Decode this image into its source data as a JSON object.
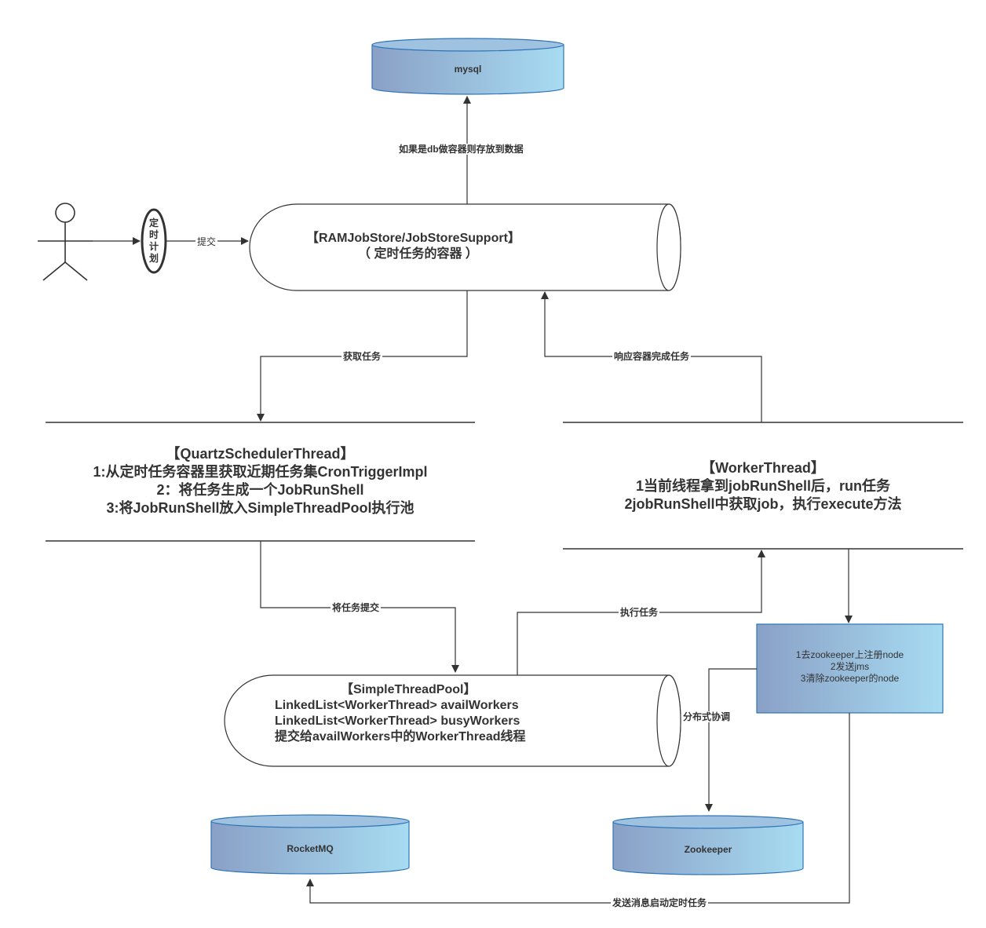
{
  "nodes": {
    "mysql": {
      "label": "mysql"
    },
    "plan": {
      "label": "定时计划"
    },
    "store": {
      "line1": "【RAMJobStore/JobStoreSupport】",
      "line2": "（ 定时任务的容器 ）"
    },
    "scheduler": {
      "line1": "【QuartzSchedulerThread】",
      "line2": "1:从定时任务容器里获取近期任务集CronTriggerImpl",
      "line3": "2：将任务生成一个JobRunShell",
      "line4": "3:将JobRunShell放入SimpleThreadPool执行池"
    },
    "worker": {
      "line1": "【WorkerThread】",
      "line2": "1当前线程拿到jobRunShell后，run任务",
      "line3": "2jobRunShell中获取job，执行execute方法"
    },
    "pool": {
      "line1": "【SimpleThreadPool】",
      "line2": "LinkedList<WorkerThread> availWorkers",
      "line3": "LinkedList<WorkerThread> busyWorkers",
      "line4": "提交给availWorkers中的WorkerThread线程"
    },
    "zk_box": {
      "line1": "1去zookeeper上注册node",
      "line2": "2发送jms",
      "line3": "3清除zookeeper的node"
    },
    "rocketmq": {
      "label": "RocketMQ"
    },
    "zookeeper": {
      "label": "Zookeeper"
    }
  },
  "edges": {
    "submit": "提交",
    "db_store": "如果是db做容器则存放到数据",
    "fetch": "获取任务",
    "respond": "响应容器完成任务",
    "submit_task": "将任务提交",
    "execute": "执行任务",
    "distributed": "分布式协调",
    "send_msg": "发送消息启动定时任务"
  },
  "colors": {
    "line": "#333333",
    "db_grad_start": "#8da3c8",
    "db_grad_end": "#a6d9f0",
    "db_stroke": "#2e74b5",
    "box_stroke": "#2e74b5"
  }
}
